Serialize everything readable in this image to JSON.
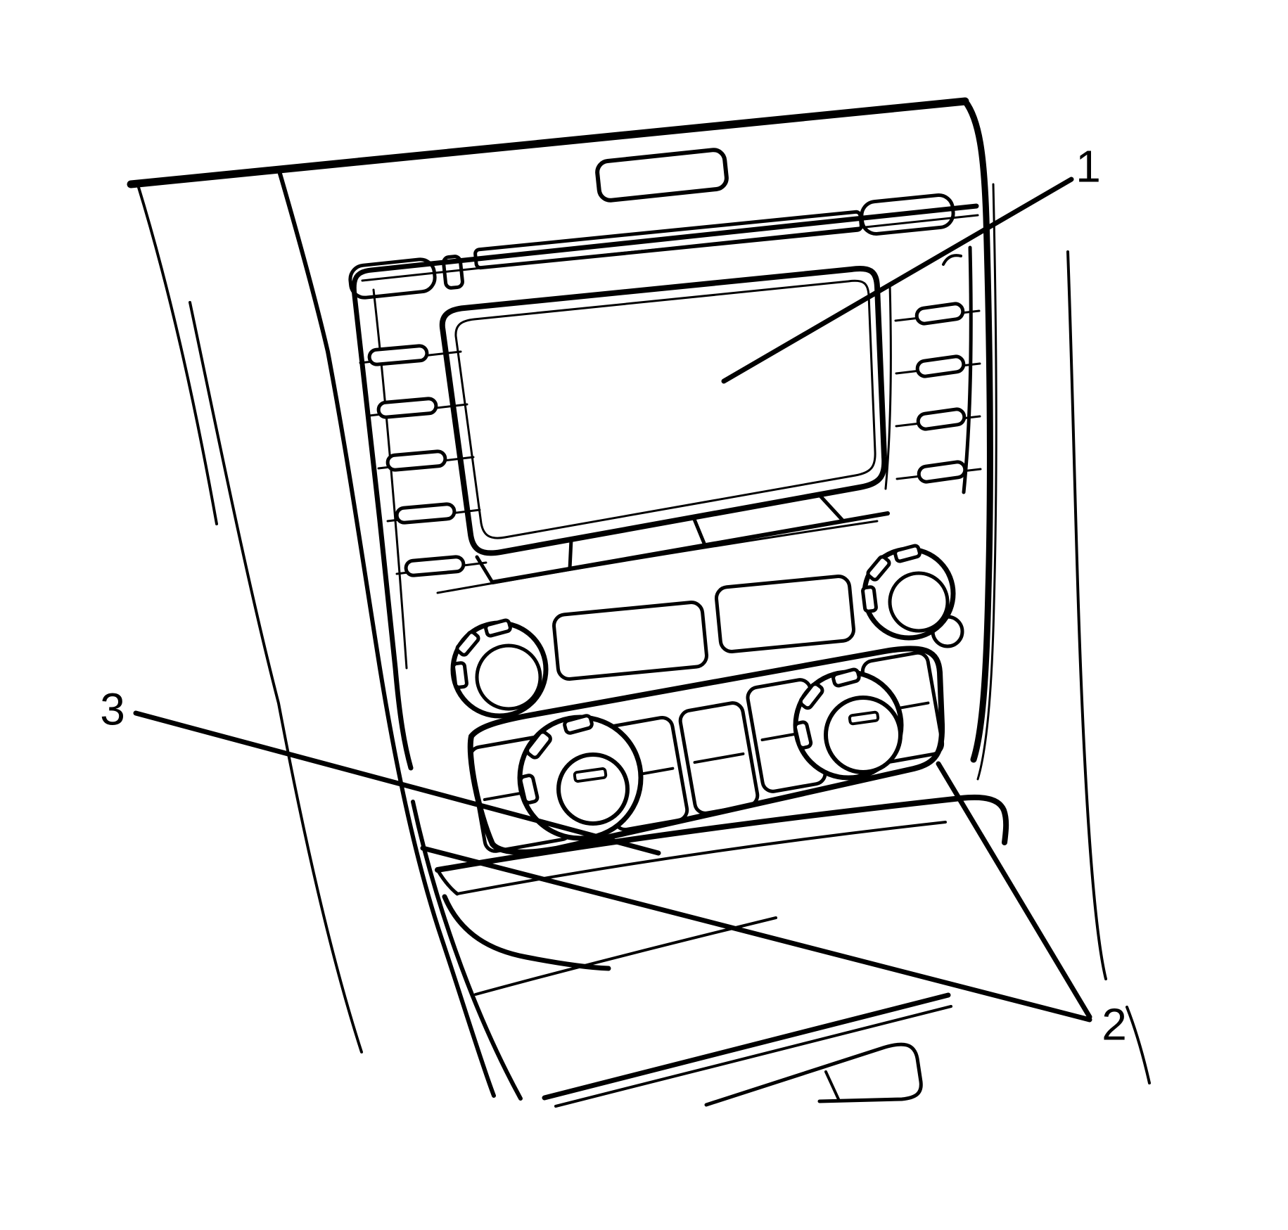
{
  "diagram": {
    "background": "#ffffff",
    "line_color": "#000000",
    "callouts": [
      {
        "label": "1"
      },
      {
        "label": "2"
      },
      {
        "label": "3"
      }
    ]
  }
}
